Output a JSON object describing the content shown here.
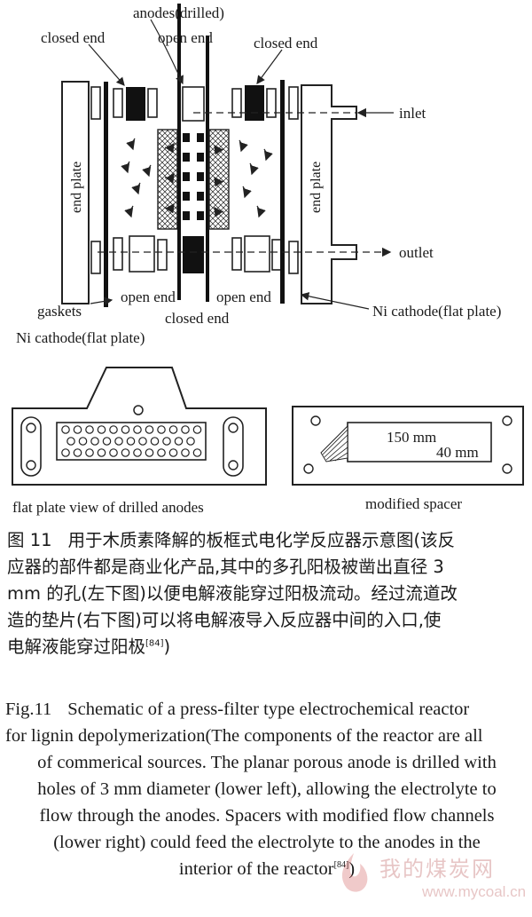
{
  "figure": {
    "labels": {
      "anodes_drilled": "anodes(drilled)",
      "open_end_top": "open end",
      "closed_end_left": "closed end",
      "closed_end_right": "closed end",
      "end_plate_left": "end plate",
      "end_plate_right": "end plate",
      "inlet": "inlet",
      "outlet": "outlet",
      "gaskets": "gaskets",
      "ni_cathode_left": "Ni cathode(flat plate)",
      "ni_cathode_right": "Ni cathode(flat plate)",
      "open_end_bottom_left": "open end",
      "open_end_bottom_right": "open end",
      "closed_end_bottom": "closed end",
      "dim_150": "150 mm",
      "dim_40": "40 mm",
      "caption_left": "flat plate view of drilled anodes",
      "caption_right": "modified spacer"
    }
  },
  "caption_cn": {
    "line1": "用于木质素降解的板框式电化学反应器示意图(该反",
    "line2": "应器的部件都是商业化产品,其中的多孔阳极被凿出直径 3",
    "line3": "mm 的孔(左下图)以便电解液能穿过阳极流动。经过流道改",
    "line4": "造的垫片(右下图)可以将电解液导入反应器中间的入口,使",
    "line5": "电解液能穿过阳极",
    "figure_label": "图 11",
    "ref": "[84]",
    "close": ")"
  },
  "caption_en": {
    "figure_label": "Fig.11",
    "line1": "Schematic of a press-filter type electrochemical reactor",
    "line2": "for lignin depolymerization(The components of the reactor are all",
    "line3": "of commerical sources. The planar porous anode is drilled with",
    "line4": "holes of 3 mm diameter (lower left), allowing the electrolyte to",
    "line5": "flow through the anodes. Spacers with modified flow channels",
    "line6": "(lower right) could feed the electrolyte to the anodes in the",
    "line7": "interior of the reactor",
    "ref": "[84]",
    "close": ")"
  },
  "watermark": {
    "cn": "我的煤炭网",
    "url": "www.mycoal.cn"
  }
}
